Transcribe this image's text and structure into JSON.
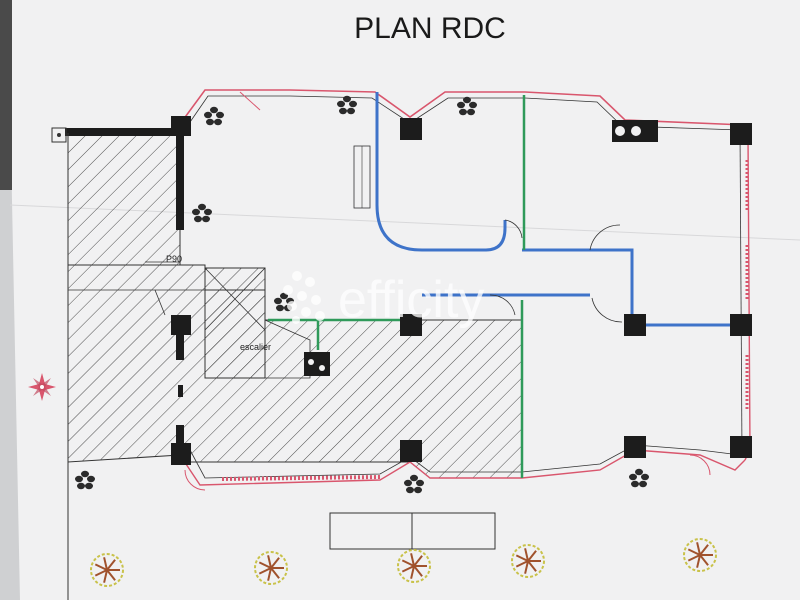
{
  "plan": {
    "title": "PLAN RDC",
    "labels": {
      "door_rating": "P90",
      "stairs": "escalier"
    },
    "watermark": "efficity"
  },
  "colors": {
    "paper": "#f1f1f2",
    "wall_outer": "#d9566d",
    "partition_blue": "#3e73c9",
    "partition_green": "#2f9a5a",
    "pillar": "#1c1c1c",
    "hatch": "#333333"
  }
}
